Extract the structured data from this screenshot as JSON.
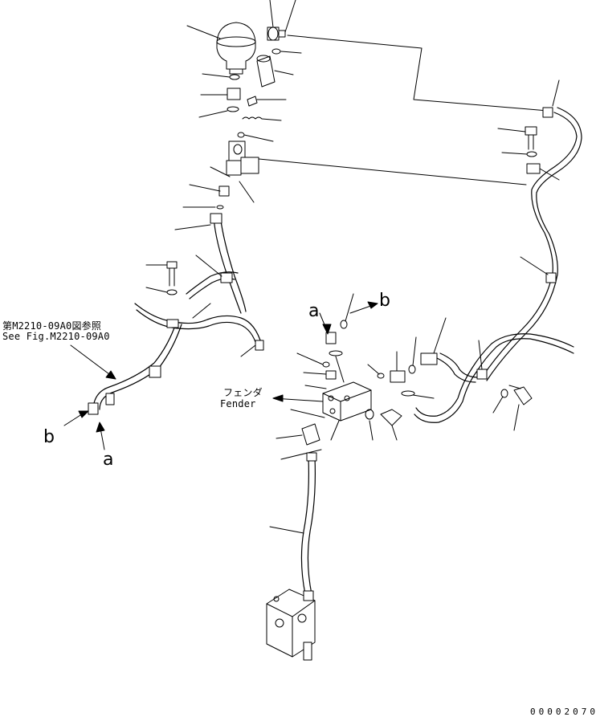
{
  "texts": {
    "ref_jp": "第M2210-09A0図参照",
    "ref_en": "See Fig.M2210-09A0",
    "fender_jp": "フェンダ",
    "fender_en": "Fender",
    "label_a": "a",
    "label_b": "b",
    "label_a2": "a",
    "label_b2": "b",
    "drawing_code": "00002070"
  },
  "colors": {
    "ink": "#000000",
    "paper": "#ffffff"
  }
}
